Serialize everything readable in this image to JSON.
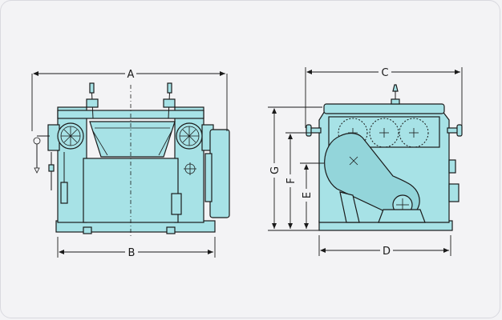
{
  "dimensions": {
    "A": "A",
    "B": "B",
    "C": "C",
    "D": "D",
    "E": "E",
    "F": "F",
    "G": "G"
  },
  "colors": {
    "machine_fill": "#a7e2e6",
    "line": "#1a1a1a",
    "background": "#f3f3f5"
  }
}
